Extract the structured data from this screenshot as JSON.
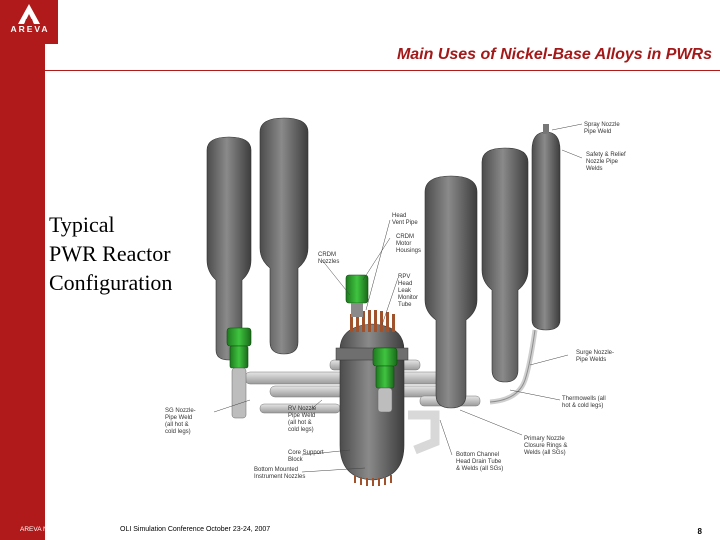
{
  "brand": {
    "logo_text": "AREVA",
    "color": "#b01a1a"
  },
  "title": "Main Uses of Nickel-Base Alloys in PWRs",
  "side_label": [
    "Typical",
    "PWR Reactor",
    "Configuration"
  ],
  "diagram": {
    "callouts": {
      "spray_nozzle": "Spray Nozzle\nPipe Weld",
      "safety_relief": "Safety & Relief\nNozzle Pipe\nWelds",
      "head_vent": "Head\nVent Pipe",
      "crdm_housings": "CRDM\nMotor\nHousings",
      "crdm_nozzles": "CRDM\nNozzles",
      "rpv_head_leak": "RPV\nHead\nLeak\nMonitor\nTube",
      "surge_nozzle": "Surge Nozzle-\nPipe Welds",
      "thermowells": "Thermowells (all\nhot & cold legs)",
      "primary_nozzle": "Primary Nozzle\nClosure Rings &\nWelds (all SGs)",
      "bottom_channel": "Bottom Channel\nHead Drain Tube\n& Welds (all SGs)",
      "sg_nozzle": "SG Nozzle-\nPipe Weld\n(all hot &\ncold legs)",
      "rv_nozzle": "RV Nozzle\nPipe Weld\n(all hot &\ncold legs)",
      "core_support": "Core Support\nBlock",
      "bottom_mounted": "Bottom Mounted\nInstrument Nozzles"
    }
  },
  "footer": {
    "company": "AREVA NP INC.",
    "conference": "OLI Simulation Conference October 23-24, 2007",
    "page": "8"
  }
}
